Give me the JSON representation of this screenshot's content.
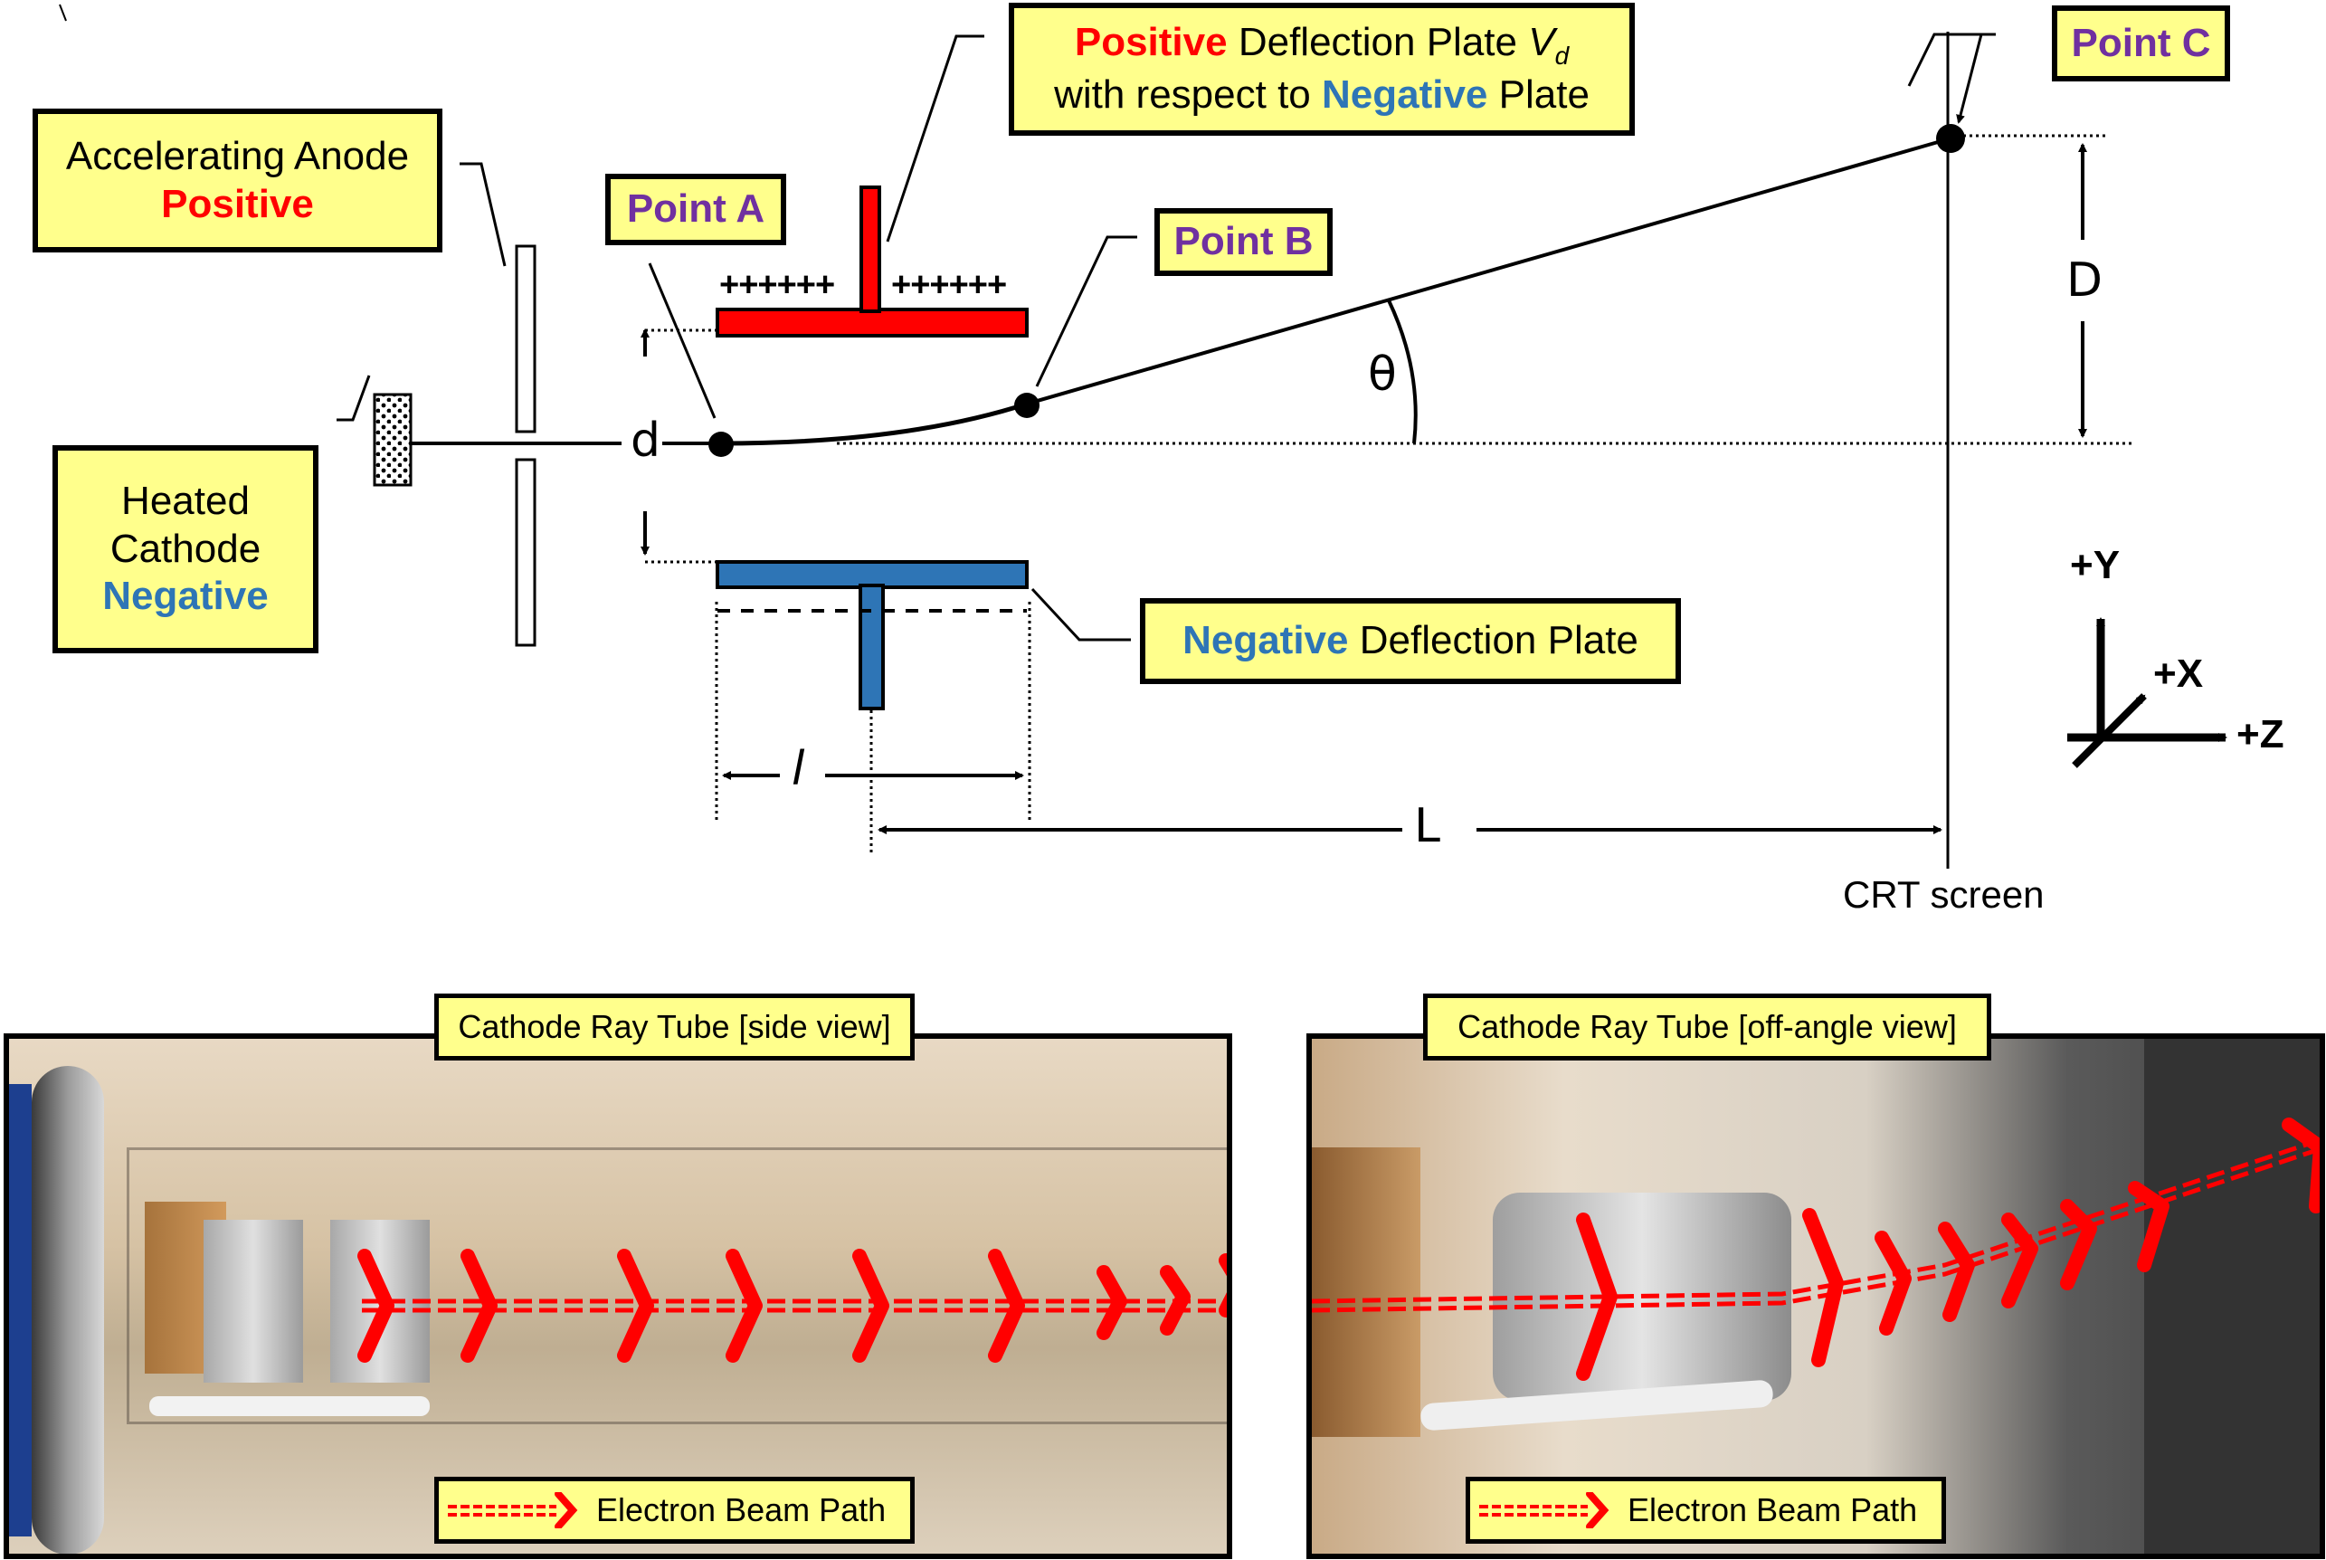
{
  "colors": {
    "callout_fill": "#ffff8c",
    "positive": "#ff0000",
    "negative": "#2e75b6",
    "point_label": "#7030a0",
    "beam_path": "#ff0000"
  },
  "labels": {
    "accelerating_anode": {
      "line1": "Accelerating Anode",
      "line2": "Positive"
    },
    "heated_cathode": {
      "line1": "Heated",
      "line2": "Cathode",
      "line3": "Negative"
    },
    "point_a": "Point A",
    "point_b": "Point B",
    "point_c": "Point C",
    "positive_plate": {
      "pos_word": "Positive",
      "rest1": " Deflection Plate ",
      "v": "V",
      "sub": "d",
      "line2_pre": "with respect to ",
      "neg_word": "Negative",
      "line2_post": " Plate"
    },
    "negative_plate": {
      "neg_word": "Negative",
      "rest": " Deflection Plate"
    },
    "plus_signs_left": "++++++",
    "plus_signs_right": "++++++",
    "crt_screen": "CRT screen"
  },
  "symbols": {
    "d": "d",
    "l": "l",
    "L": "L",
    "D": "D",
    "theta": "θ"
  },
  "axes": {
    "y": "+Y",
    "x": "+X",
    "z": "+Z"
  },
  "photos": [
    {
      "title": "Cathode Ray Tube [side view]",
      "legend": "Electron Beam Path"
    },
    {
      "title": "Cathode Ray Tube [off-angle view]",
      "legend": "Electron Beam Path"
    }
  ]
}
